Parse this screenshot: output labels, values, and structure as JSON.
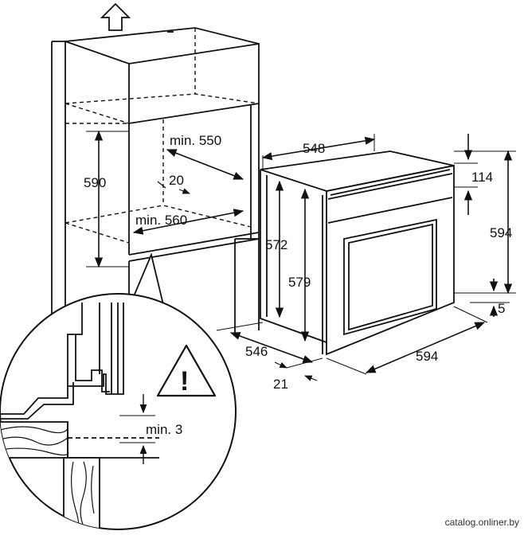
{
  "diagram": {
    "cabinet": {
      "dim_height": "590",
      "dim_depth_top": "min. 550",
      "dim_gap": "20",
      "dim_depth_bottom": "min. 560"
    },
    "oven": {
      "dim_depth": "548",
      "dim_front_height": "572",
      "dim_body_height": "579",
      "dim_top_panel": "114",
      "dim_total_height": "594",
      "dim_bottom_gap": "5",
      "dim_width": "594",
      "dim_side_depth": "546",
      "dim_front_depth": "21"
    },
    "detail": {
      "dim_clearance": "min. 3",
      "warning_symbol": "!"
    }
  },
  "icons": {
    "up_arrow": "up-arrow-icon",
    "warning": "warning-triangle-icon"
  },
  "watermark": "catalog.onliner.by"
}
